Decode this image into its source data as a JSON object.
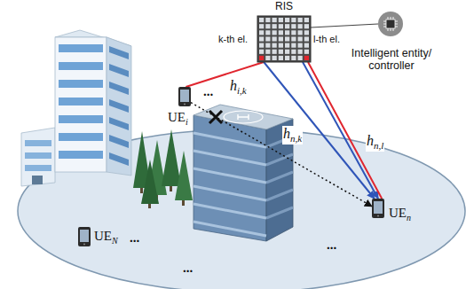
{
  "diagram": {
    "nodes": [
      {
        "text": [
          "RIS"
        ]
      },
      {
        "text": [
          "Intelligent entity/ controller"
        ]
      },
      {
        "text": [
          "UEi"
        ]
      },
      {
        "text": [
          "UEn"
        ]
      },
      {
        "text": [
          "UEN"
        ]
      }
    ],
    "edges": [
      {
        "from": 2,
        "to": 0,
        "arrow": "none",
        "label": "hi,k"
      },
      {
        "from": 0,
        "to": 3,
        "arrow": "to",
        "label": "hn,k"
      },
      {
        "from": 0,
        "to": 3,
        "arrow": "to"
      },
      {
        "from": 0,
        "to": 3,
        "arrow": "none",
        "label": "hn,l"
      },
      {
        "from": 2,
        "to": 3,
        "arrow": "to"
      },
      {
        "from": 0,
        "to": 1,
        "arrow": "none"
      }
    ],
    "labels": [
      "k-th el.",
      "l-th el.",
      "...",
      "...",
      "...",
      "..."
    ]
  }
}
